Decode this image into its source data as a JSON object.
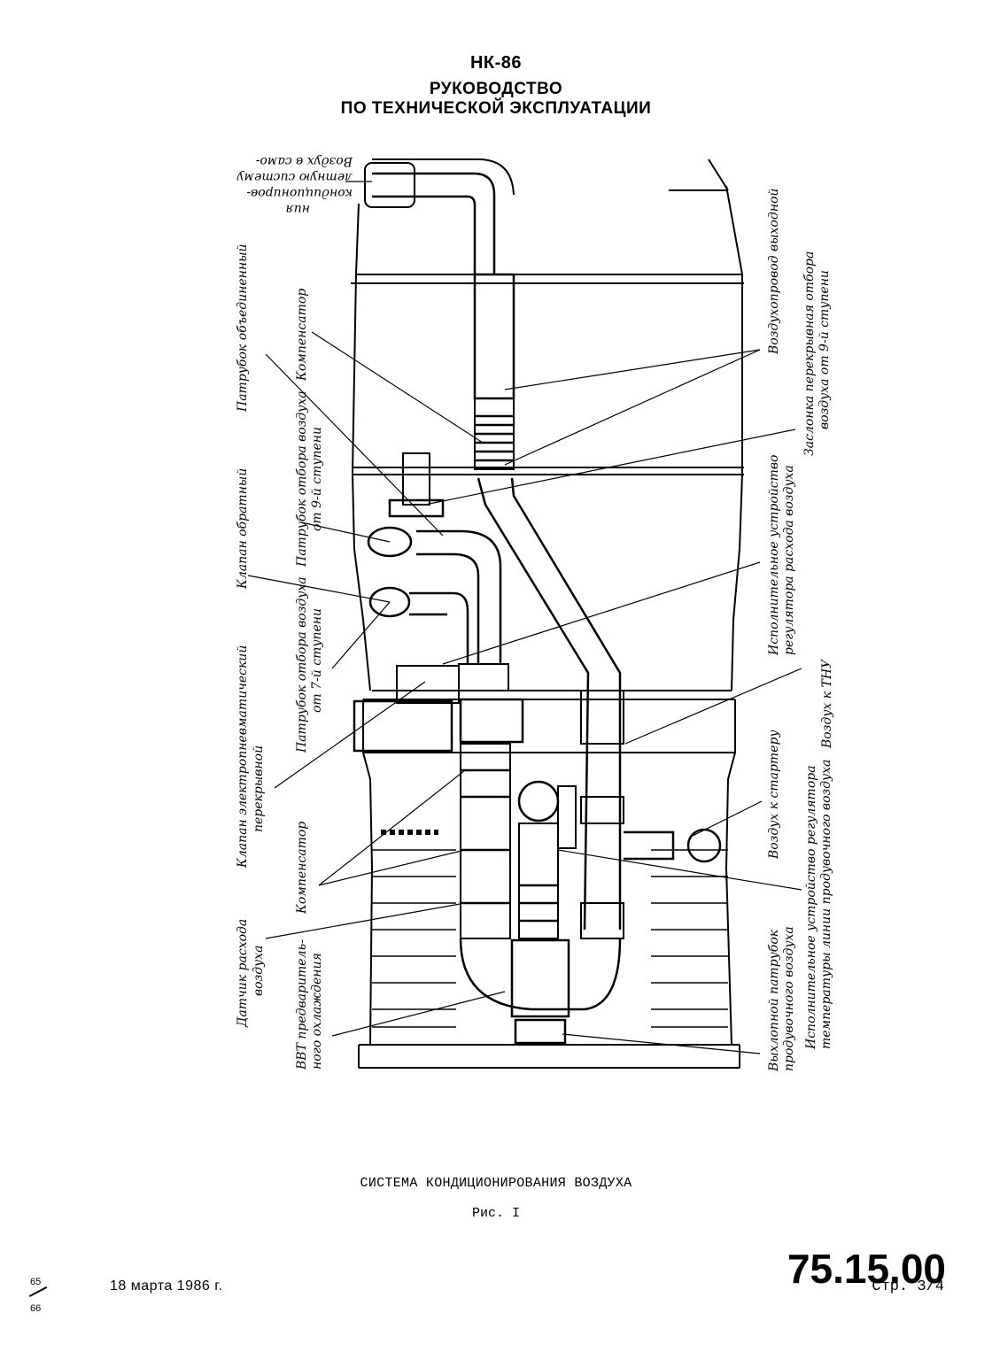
{
  "header": {
    "model": "НК-86",
    "title_line1": "РУКОВОДСТВО",
    "title_line2": "ПО ТЕХНИЧЕСКОЙ ЭКСПЛУАТАЦИИ"
  },
  "labels": {
    "air_to_ac_line1": "Воздух в само-",
    "air_to_ac_line2": "летную систему",
    "air_to_ac_line3": "кондициониров-",
    "air_to_ac_line4": "ния",
    "pipe_combined": "Патрубок объединенный",
    "compensator_top": "Компенсатор",
    "check_valve": "Клапан обратный",
    "bleed9_line1": "Патрубок отбора воздуха",
    "bleed9_line2": "от 9-й ступени",
    "bleed7_line1": "Патрубок отбора воздуха",
    "bleed7_line2": "от 7-й ступени",
    "solenoid_line1": "Клапан электропневматический",
    "solenoid_line2": "перекрывной",
    "compensator_bottom": "Компенсатор",
    "flow_sensor_line1": "Датчик расхода",
    "flow_sensor_line2": "воздуха",
    "precooler_line1": "ВВТ предваритель-",
    "precooler_line2": "ного охлаждения",
    "outlet_duct": "Воздухопровод выходной",
    "shutoff_line1": "Заслонка перекрывная отбора",
    "shutoff_line2": "воздуха от 9-й ступени",
    "actuator_flow_line1": "Исполнительное устройство",
    "actuator_flow_line2": "регулятора расхода воздуха",
    "air_to_tnu": "Воздух к ТНУ",
    "air_to_starter": "Воздух к стартеру",
    "actuator_temp_line1": "Исполнительное устройство регулятора",
    "actuator_temp_line2": "температуры линии продувочного воздуха",
    "exhaust_line1": "Выхлопной патрубок",
    "exhaust_line2": "продувочного воздуха"
  },
  "caption": {
    "title": "СИСТЕМА КОНДИЦИОНИРОВАНИЯ ВОЗДУХА",
    "figure": "Рис. I"
  },
  "footer": {
    "sheet_top": "65",
    "sheet_bottom": "66",
    "date": "18 марта 1986 г.",
    "code": "75.15.00",
    "page": "Стр. 3/4"
  }
}
